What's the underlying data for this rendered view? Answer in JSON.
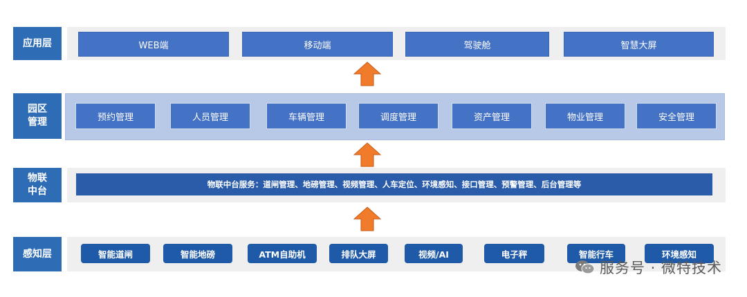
{
  "layers": {
    "application": {
      "label": "应用层",
      "items": [
        "WEB端",
        "移动端",
        "驾驶舱",
        "智慧大屏"
      ]
    },
    "park": {
      "label": "园区\n管理",
      "items": [
        "预约管理",
        "人员管理",
        "车辆管理",
        "调度管理",
        "资产管理",
        "物业管理",
        "安全管理"
      ]
    },
    "iot": {
      "label": "物联\n中台",
      "service": "物联中台服务：道闸管理、地磅管理、视频管理、人车定位、环境感知、接口管理、预警管理、后台管理等"
    },
    "perception": {
      "label": "感知层",
      "items": [
        "智能道闸",
        "智能地磅",
        "ATM自助机",
        "排队大屏",
        "视频/AI",
        "电子秤",
        "智能行车",
        "环境感知"
      ]
    }
  },
  "watermark": {
    "text": "服务号 · 微特技术",
    "icon": "wechat-icon"
  },
  "colors": {
    "label_blue": "#2e6db5",
    "box_blue": "#4472c4",
    "dark_blue": "#1e5aa8",
    "arrow_orange": "#f07b2a",
    "row_gray": "#efefef",
    "row_light_blue": "#b8c9e8"
  }
}
